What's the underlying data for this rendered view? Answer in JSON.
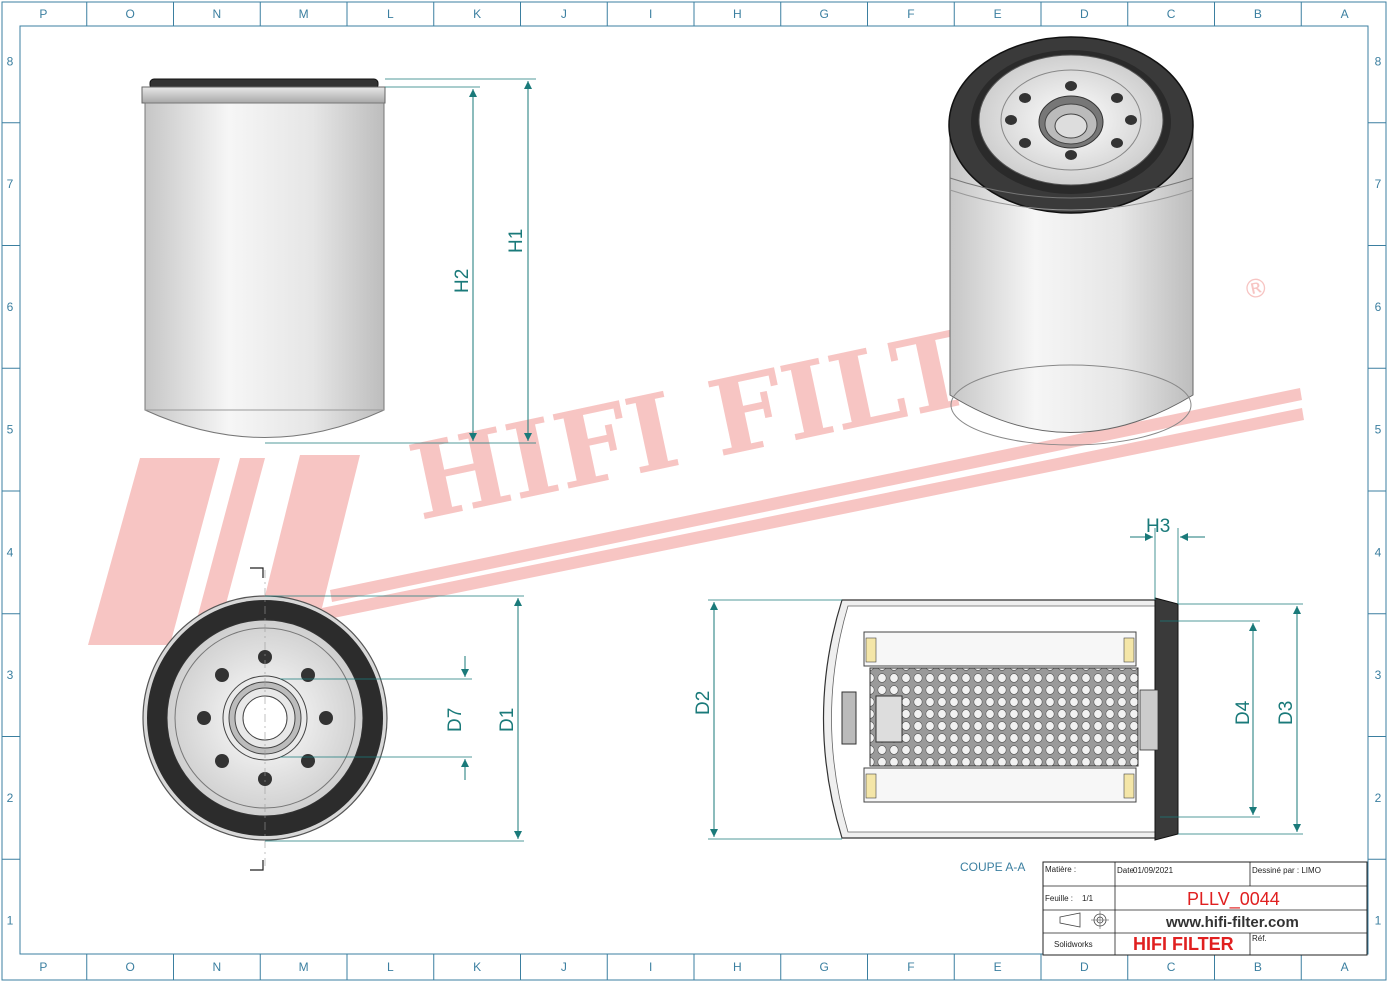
{
  "frame": {
    "columns": [
      "P",
      "O",
      "N",
      "M",
      "L",
      "K",
      "J",
      "I",
      "H",
      "G",
      "F",
      "E",
      "D",
      "C",
      "B",
      "A"
    ],
    "rows": [
      "8",
      "7",
      "6",
      "5",
      "4",
      "3",
      "2",
      "1"
    ]
  },
  "watermark": {
    "text": "HIFI FILTER",
    "registered": "®",
    "color": "#f7c2c0"
  },
  "dimensions": {
    "h1": "H1",
    "h2": "H2",
    "h3": "H3",
    "d1": "D1",
    "d2": "D2",
    "d3": "D3",
    "d4": "D4",
    "d7": "D7"
  },
  "section_label": "COUPE A-A",
  "title_block": {
    "matiere_label": "Matière :",
    "date_label": "Date",
    "date_value": "01/09/2021",
    "dessine_par": "Dessiné par : LIMO",
    "feuille_label": "Feuille :",
    "feuille_value": "1/1",
    "part_number": "PLLV_0044",
    "website": "www.hifi-filter.com",
    "software": "Solidworks",
    "brand": "HIFI FILTER",
    "ref_label": "Réf."
  },
  "colors": {
    "dimension": "#1a7a7a",
    "frame": "#3b7fa0",
    "brand_red": "#e02020"
  }
}
